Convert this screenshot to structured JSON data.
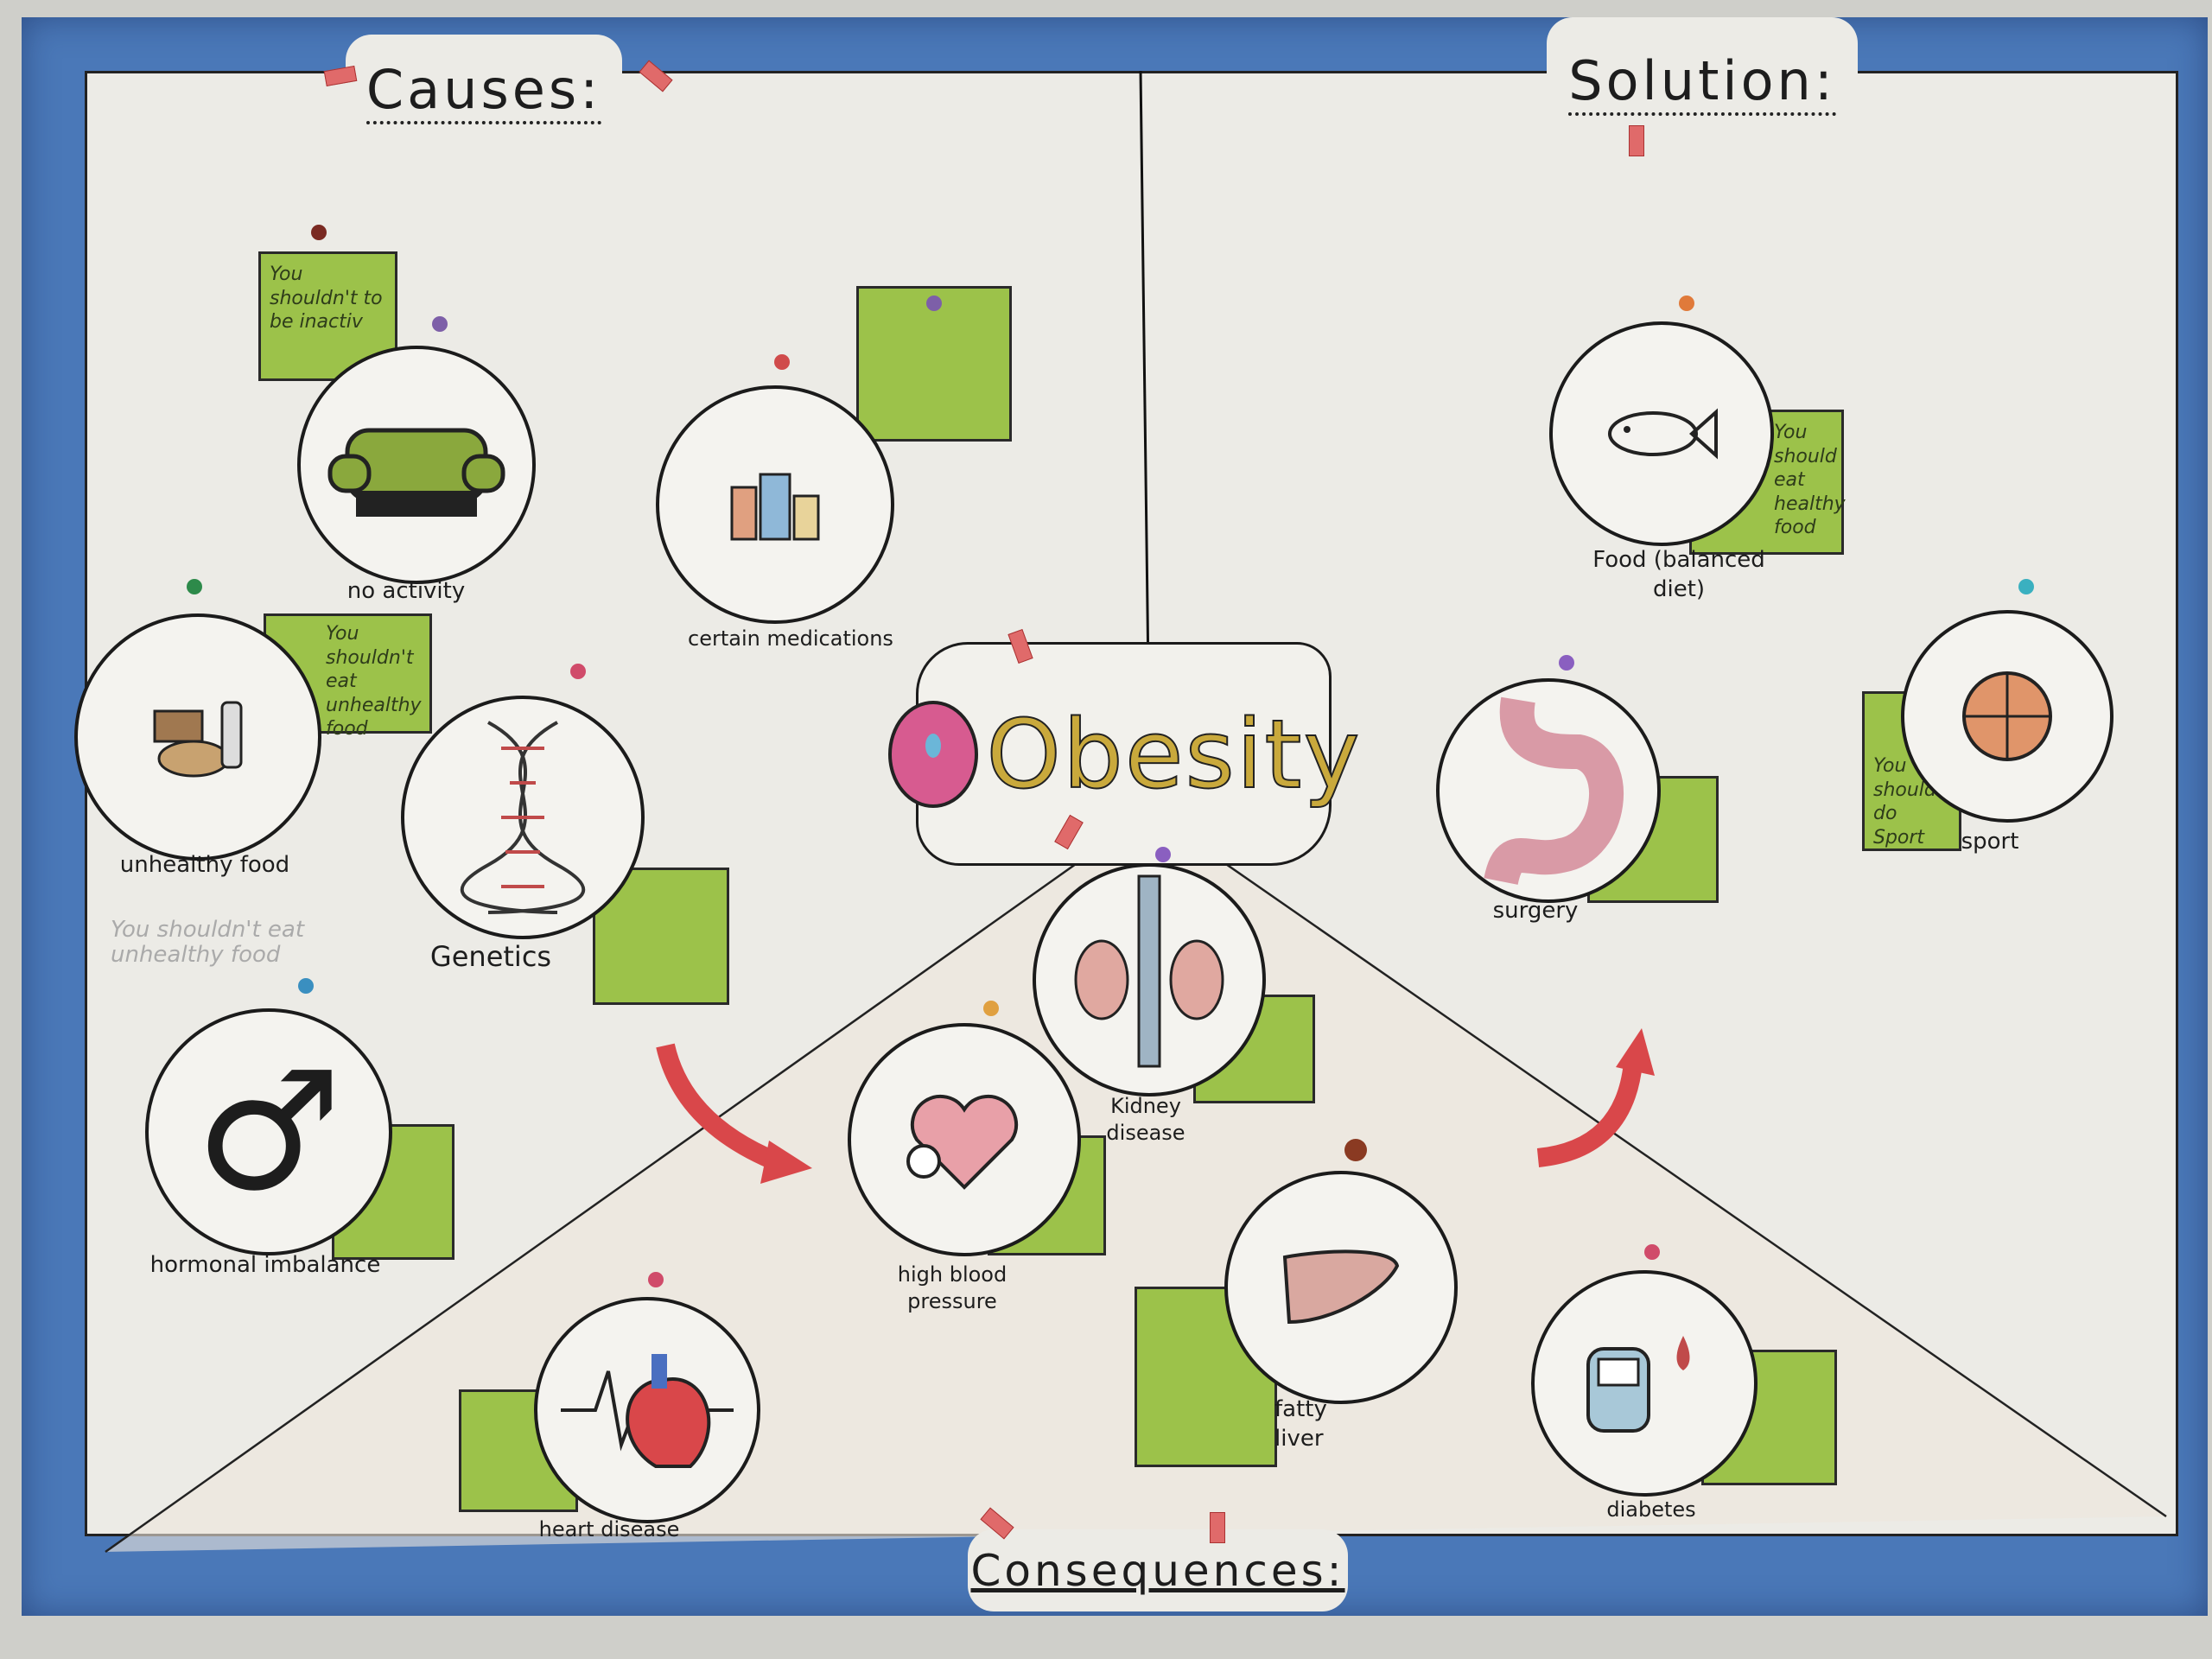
{
  "poster": {
    "title": "Obesity",
    "sections": {
      "causes": "Causes:",
      "solution": "Solution:",
      "consequences": "Consequences:"
    },
    "causes": [
      {
        "label": "no activity",
        "note": "You shouldn't to be inactiv"
      },
      {
        "label": "certain medications"
      },
      {
        "label": "unhealthy food",
        "note": "You shouldn't eat unhealthy food"
      },
      {
        "label": "Genetics"
      },
      {
        "label": "hormonal imbalance"
      }
    ],
    "faded_note": "You shouldn't eat unhealthy food",
    "solutions": [
      {
        "label": "Food (balanced diet)",
        "note": "You should eat healthy food"
      },
      {
        "label": "surgery"
      },
      {
        "label": "sport",
        "note": "You should do Sport"
      }
    ],
    "consequences": [
      {
        "label": "Kidney disease"
      },
      {
        "label": "high blood pressure"
      },
      {
        "label": "heart disease"
      },
      {
        "label": "fatty liver"
      },
      {
        "label": "diabetes"
      }
    ],
    "colors": {
      "frame": "#4a78b8",
      "note": "#9cc24a",
      "tape": "#e06a6a",
      "arrow": "#d9474a"
    }
  }
}
